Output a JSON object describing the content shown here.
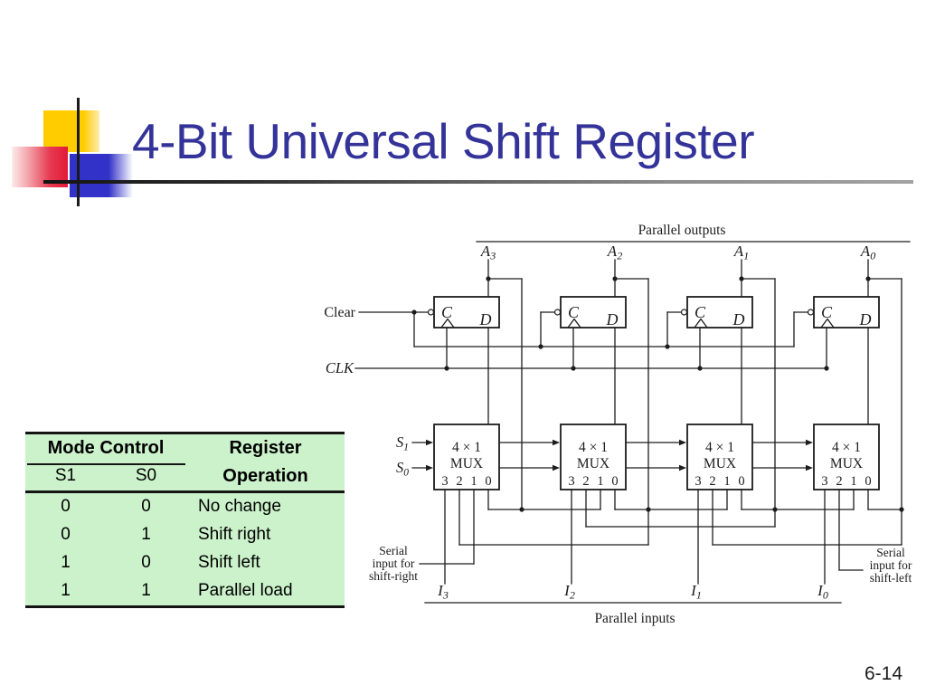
{
  "slide": {
    "title": "4-Bit Universal Shift Register",
    "page_number": "6-14"
  },
  "colors": {
    "title_text": "#333399",
    "table_background": "#cbf2cb",
    "logo_yellow": "#ffcc00",
    "logo_blue": "#3232c8",
    "logo_red": "#e41937",
    "diagram_line": "#1c1c1c"
  },
  "table": {
    "header": {
      "mode_control": "Mode Control",
      "s1": "S1",
      "s0": "S0",
      "register": "Register",
      "operation": "Operation"
    },
    "rows": [
      {
        "s1": "0",
        "s0": "0",
        "operation": "No change"
      },
      {
        "s1": "0",
        "s0": "1",
        "operation": "Shift right"
      },
      {
        "s1": "1",
        "s0": "0",
        "operation": "Shift left"
      },
      {
        "s1": "1",
        "s0": "1",
        "operation": "Parallel load"
      }
    ]
  },
  "diagram": {
    "parallel_outputs_label": "Parallel outputs",
    "parallel_inputs_label": "Parallel inputs",
    "clear_label": "Clear",
    "clk_label": "CLK",
    "select_signals": [
      {
        "base": "S",
        "sub": "1"
      },
      {
        "base": "S",
        "sub": "0"
      }
    ],
    "outputs": [
      {
        "base": "A",
        "sub": "3"
      },
      {
        "base": "A",
        "sub": "2"
      },
      {
        "base": "A",
        "sub": "1"
      },
      {
        "base": "A",
        "sub": "0"
      }
    ],
    "inputs": [
      {
        "base": "I",
        "sub": "3"
      },
      {
        "base": "I",
        "sub": "2"
      },
      {
        "base": "I",
        "sub": "1"
      },
      {
        "base": "I",
        "sub": "0"
      }
    ],
    "flipflop": {
      "clock_label": "C",
      "data_label": "D"
    },
    "mux": {
      "line1": "4 × 1",
      "line2": "MUX",
      "pins": [
        "3",
        "2",
        "1",
        "0"
      ]
    },
    "serial_right_label": {
      "line1": "Serial",
      "line2": "input for",
      "line3": "shift-right"
    },
    "serial_left_label": {
      "line1": "Serial",
      "line2": "input for",
      "line3": "shift-left"
    }
  }
}
